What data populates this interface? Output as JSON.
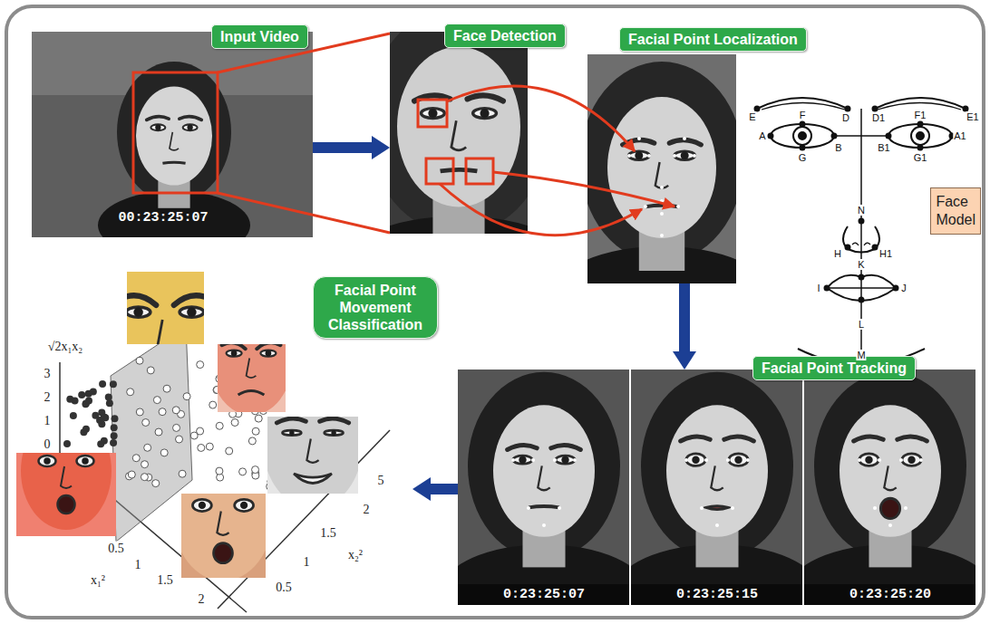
{
  "diagram": {
    "nodes": [
      {
        "text": [
          "Input Video"
        ]
      },
      {
        "text": [
          "Face Detection"
        ]
      },
      {
        "text": [
          "Facial Point Localization"
        ]
      },
      {
        "text": [
          "Face Model"
        ]
      },
      {
        "text": [
          "Facial Point Movement Classification"
        ]
      },
      {
        "text": [
          "Facial Point Tracking"
        ]
      }
    ],
    "edges": [
      {
        "from": 0,
        "to": 1,
        "arrow": "to"
      },
      {
        "from": 2,
        "to": 5,
        "arrow": "to"
      },
      {
        "from": 5,
        "to": 4,
        "arrow": "to"
      }
    ],
    "labels": [
      "00:23:25:07",
      "E",
      "D",
      "D1",
      "E1",
      "A",
      "F",
      "G",
      "B",
      "B1",
      "F1",
      "G1",
      "A1",
      "N",
      "H",
      "H1",
      "K",
      "I",
      "J",
      "L",
      "M",
      "√2x₁x₂",
      "3",
      "2",
      "1",
      "0",
      "0.5",
      "1",
      "1.5",
      "2",
      "x₁²",
      "0.5",
      "1",
      "1.5",
      "x₂²",
      "2",
      "5",
      "0:23:25:07",
      "0:23:25:15",
      "0:23:25:20"
    ]
  }
}
